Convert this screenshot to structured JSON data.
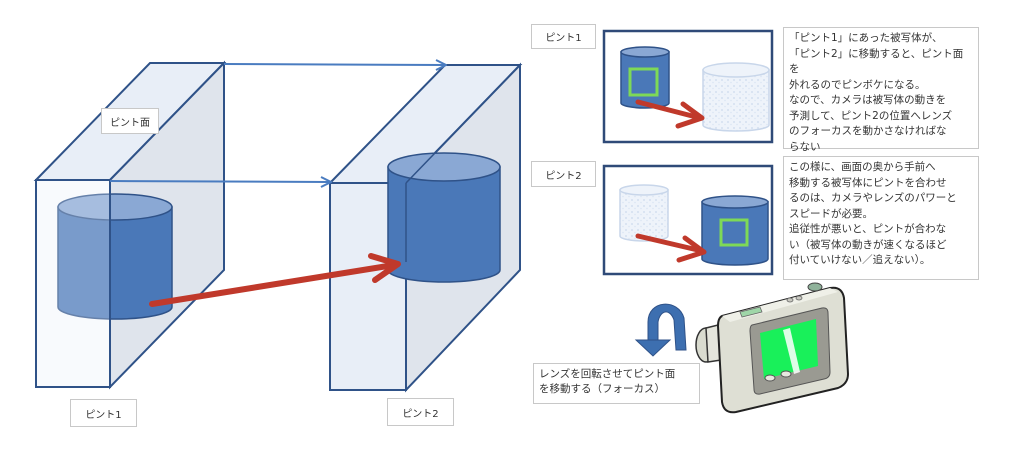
{
  "diagram": {
    "labels": {
      "focus_plane": "ピント面",
      "focus1_main": "ピント1",
      "focus2_main": "ピント2",
      "focus1_panel": "ピント1",
      "focus2_panel": "ピント2",
      "lens_caption": "レンズを回転させてピント面\nを移動する（フォーカス）"
    },
    "notes": {
      "top": "「ピント1」にあった被写体が、\n「ピント2」に移動すると、ピント面を\n外れるのでピンボケになる。\nなので、カメラは被写体の動きを\n予測して、ピント2の位置へレンズ\nのフォーカスを動かさなければな\nらない",
      "bottom": "この様に、画面の奥から手前へ\n移動する被写体にピントを合わせ\nるのは、カメラやレンズのパワーと\nスピードが必要。\n追従性が悪いと、ピントが合わな\nい（被写体の動きが速くなるほど\n付いていけない／追えない）。"
    },
    "colors": {
      "box_fill": "#e8eef7",
      "box_side": "#dfe4ec",
      "box_stroke": "#2f5288",
      "cylinder": "#4a78b8",
      "cylinder_top": "#8aa8d4",
      "arrow_red": "#c0392b",
      "arrow_blue": "#4a7cc0",
      "focus_frame": "#7ed957",
      "screen_green": "#19f05a"
    },
    "icons": [
      "rotate-arrow-icon",
      "camera-icon"
    ]
  }
}
